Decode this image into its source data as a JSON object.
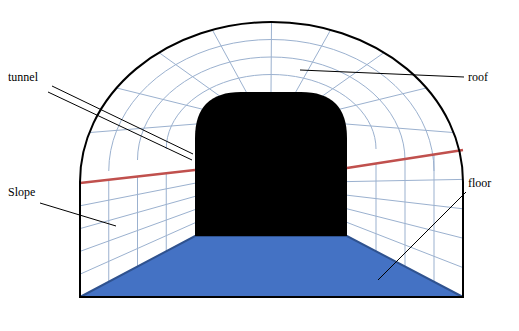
{
  "diagram": {
    "labels": [
      "tunnel",
      "roof",
      "Slope",
      "floor"
    ]
  }
}
